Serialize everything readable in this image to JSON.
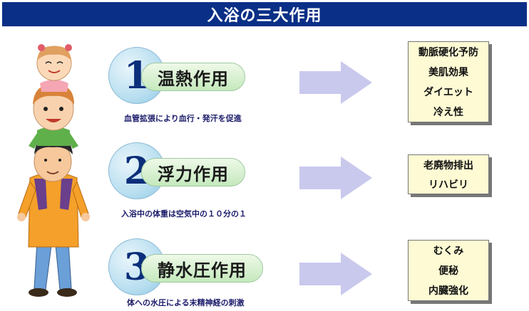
{
  "title": "入浴の三大作用",
  "effects": [
    {
      "number": "1",
      "name": "温熱作用",
      "description": "血管拡張により血行・発汗を促進",
      "benefits": [
        "動脈硬化予防",
        "美肌効果",
        "ダイエット",
        "冷え性"
      ]
    },
    {
      "number": "2",
      "name": "浮力作用",
      "description": "入浴中の体重は空気中の１０分の１",
      "benefits": [
        "老廃物排出",
        "リハビリ"
      ]
    },
    {
      "number": "3",
      "name": "静水圧作用",
      "description": "体への水圧による末精神経の刺激",
      "benefits": [
        "むくみ",
        "便秘",
        "内臓強化"
      ]
    }
  ],
  "colors": {
    "title_bg": "#0a2f86",
    "arrow": "#c9c9ee",
    "box_bg": "#fdfad4",
    "pill_bg": "#c5e9bd",
    "circle": "#b9dff0"
  },
  "illustration": "family-piggyback-illustration"
}
